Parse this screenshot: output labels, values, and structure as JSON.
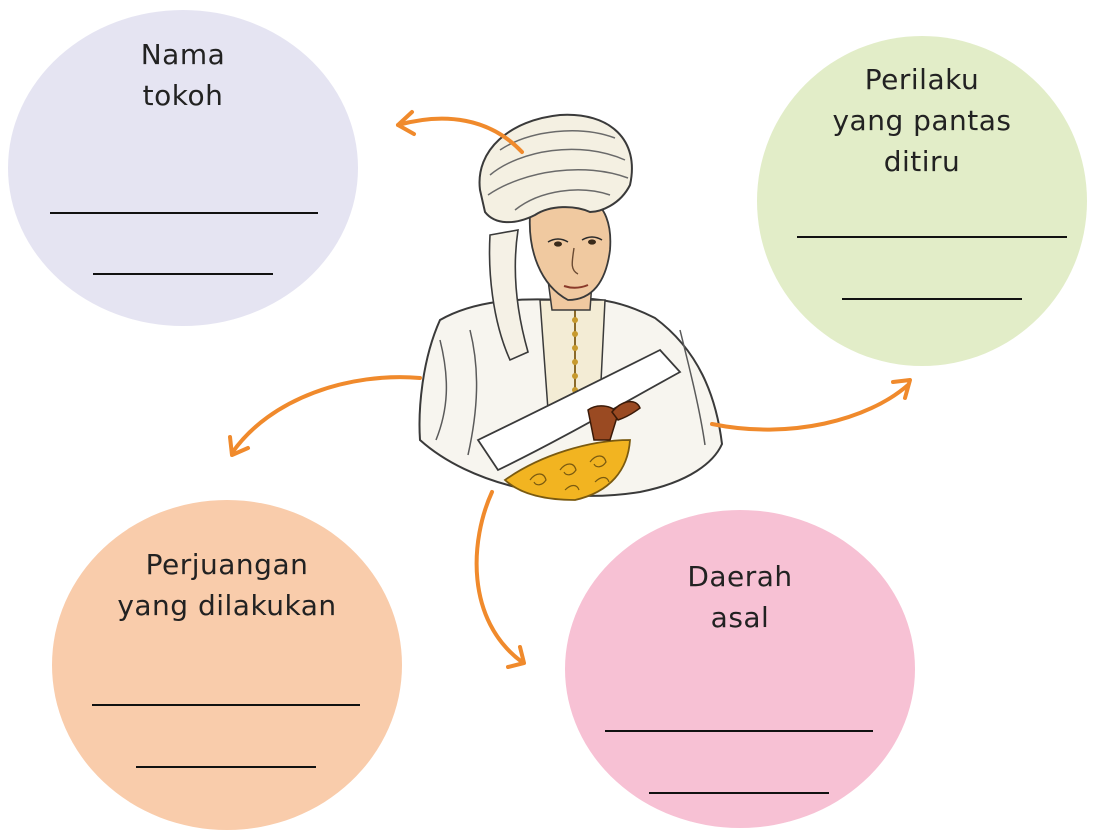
{
  "colors": {
    "nama_tokoh_bubble": "#e5e4f2",
    "perilaku_bubble": "#e2edc8",
    "perjuangan_bubble": "#f9ccab",
    "daerah_bubble": "#f7c1d4",
    "arrow": "#f08a2c"
  },
  "bubbles": {
    "nama_tokoh": {
      "line1": "Nama",
      "line2": "tokoh"
    },
    "perilaku": {
      "line1": "Perilaku",
      "line2": "yang pantas",
      "line3": "ditiru"
    },
    "perjuangan": {
      "line1": "Perjuangan",
      "line2": "yang dilakukan"
    },
    "daerah_asal": {
      "line1": "Daerah",
      "line2": "asal"
    }
  },
  "center_image": {
    "icon": "hero-portrait-icon"
  }
}
